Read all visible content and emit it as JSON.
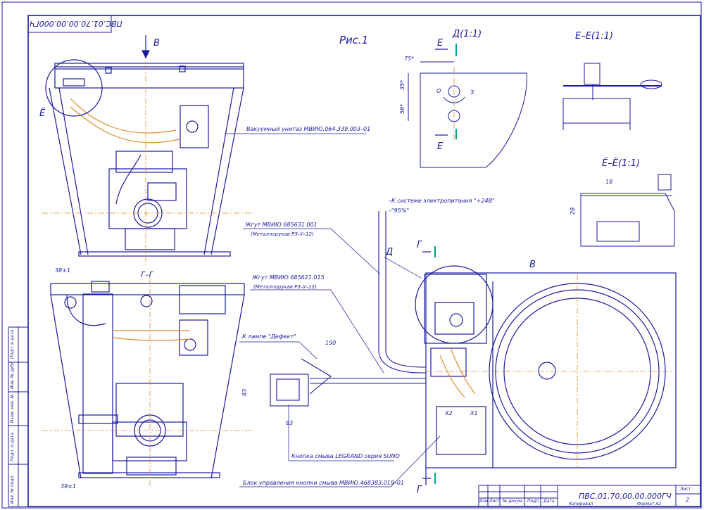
{
  "stamp_code": "ПВС.01.70.00.00.000ГЧ",
  "figure": "Рис.1",
  "views": {
    "b": "В",
    "b2": "В",
    "d": "Д(1:1)",
    "e": "Е",
    "e2": "Е",
    "ee": "Е–Е(1:1)",
    "yo": "Ё",
    "yoyo": "Ё–Ё(1:1)",
    "g": "Г",
    "g2": "Г",
    "gg": "Г–Г",
    "dd": "Д"
  },
  "dims": {
    "d75": "75*",
    "d35": "35*",
    "d56": "56*",
    "d18": "18",
    "d28": "28",
    "d38": "38±1",
    "d39": "39±1",
    "d150": "150",
    "d83a": "83",
    "d83b": "83",
    "o": "О",
    "z": "З"
  },
  "callouts": {
    "toilet": "Вакуумный унитаз МВИЮ.064.339.003–01",
    "power1": "–К системе электропитания \"+24В\"",
    "power2": "–\"95%\"",
    "harness1": "Жгут МВИЮ.685631.001",
    "harness1b": "(Металлорукав РЗ–У–12)",
    "harness2": "Жгут МВИЮ.685621.015",
    "harness2b": "(Металлорукав РЗ–У–12)",
    "lamp": "К лампе \"Дефект\"",
    "button": "Кнопка смыва LEGRAND серия SUNO",
    "block": "Блок управления кнопки смыва МВИЮ.468383.019–01",
    "x1": "Х1",
    "x2": "Х2"
  },
  "side_stamp": [
    "Подп. и дата",
    "Инв. № дубл.",
    "Взам. инв. №",
    "Подп. и дата",
    "Инв. № подл."
  ],
  "title_block": {
    "code": "ПВС.01.70.00.00.000ГЧ",
    "sheet_label": "Лист",
    "sheet_no": "2",
    "copied": "Копировал",
    "format": "Формат А2",
    "cols": [
      "Изм.",
      "Лист",
      "№ докум.",
      "Подп.",
      "Дата"
    ]
  },
  "colors": {
    "line": "#1a1aa0",
    "axis": "#e08a2c",
    "marker": "#00a08a"
  }
}
